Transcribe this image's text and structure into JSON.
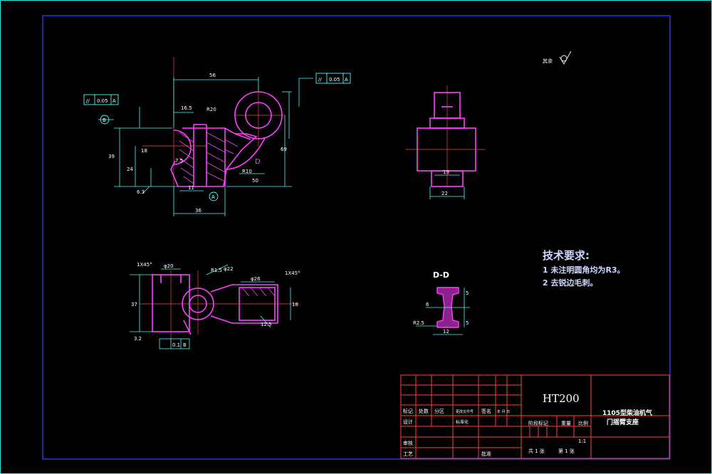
{
  "drawing": {
    "material": "HT200",
    "part_name_line1": "1105型柴油机气",
    "part_name_line2": "门摇臂支座",
    "scale": "1:1",
    "sheet_total": "共 1 张",
    "sheet_no": "第 1 张",
    "rest_surface_label": "其余"
  },
  "title_block": {
    "row_labels": [
      "标记",
      "处数",
      "分区",
      "更改文件号",
      "签名",
      "年 月 日",
      "设计",
      "标准化",
      "审核",
      "工艺",
      "批准"
    ],
    "small_labels": [
      "阶段标记",
      "重量",
      "比例"
    ]
  },
  "tech_requirements": {
    "title": "技术要求:",
    "items": [
      "1 未注明圆角均为R3。",
      "2 去锐边毛刺。"
    ]
  },
  "section": {
    "label": "D-D",
    "dims": [
      "5",
      "6",
      "5",
      "R2.5",
      "12"
    ]
  },
  "front_view": {
    "dims": [
      "56",
      "16.5",
      "R20",
      "39",
      "24",
      "R10",
      "50",
      "36",
      "11",
      "7.5",
      "69",
      "18",
      "6.3"
    ],
    "tolerance_left": [
      "//",
      "0.05",
      "A"
    ],
    "tolerance_right": [
      "//",
      "0.05",
      "A"
    ],
    "datum_a": "A",
    "datum_b": "B",
    "section_mark": "D"
  },
  "side_view": {
    "dims": [
      "19",
      "22"
    ]
  },
  "top_view": {
    "dims": [
      "1X45°",
      "φ20",
      "R1.5",
      "φ22",
      "φ26",
      "1X45°",
      "12.5",
      "37",
      "3.2",
      "18"
    ],
    "tolerance": [
      "0.1",
      "B"
    ]
  },
  "colors": {
    "border": "#4040ff",
    "outer_frame": "#2ee6e6",
    "part": "#ff40ff",
    "dimension": "#40ffff",
    "title_block": "#ff4040",
    "text": "#ffffff"
  }
}
